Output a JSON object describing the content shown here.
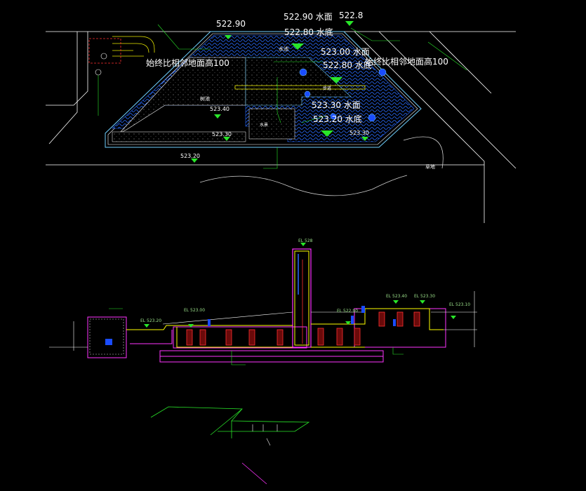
{
  "plan": {
    "levels": {
      "top_522_90": "522.90",
      "water_522_90": "522.90 水面",
      "right_522_8": "522.8",
      "bottom_522_80": "522.80  水底",
      "water_523_00": "523.00 水面",
      "bottom_522_80_b": "522.80  水底",
      "water_523_30": "523.30 水面",
      "bottom_523_20": "523.20  水底",
      "left_523_40": "523.40",
      "mid_523_30": "523.30",
      "right_523_30": "523.30",
      "road_523_20": "523.20"
    },
    "notes": {
      "left_note": "始终比相邻地面高100",
      "right_note": "始终比相邻地面高100"
    },
    "labels": {
      "label_shuichi": "水池",
      "label_shuchi": "树池",
      "label_caodi": "草地",
      "label_buwen": "步道",
      "label_shuiku": "水景"
    }
  },
  "section": {
    "top_elev": "EL 528",
    "labels": [
      "EL 523.20",
      "EL 523.00",
      "EL 522.90",
      "EL 523.40",
      "EL 523.30",
      "EL 523.10"
    ]
  },
  "colors": {
    "water_blue": "#1a64ff",
    "green": "#29e629",
    "yellow": "#ffff00",
    "magenta": "#ff33ff",
    "red": "#ff2020",
    "white": "#ffffff",
    "grey": "#9a9a9a"
  }
}
